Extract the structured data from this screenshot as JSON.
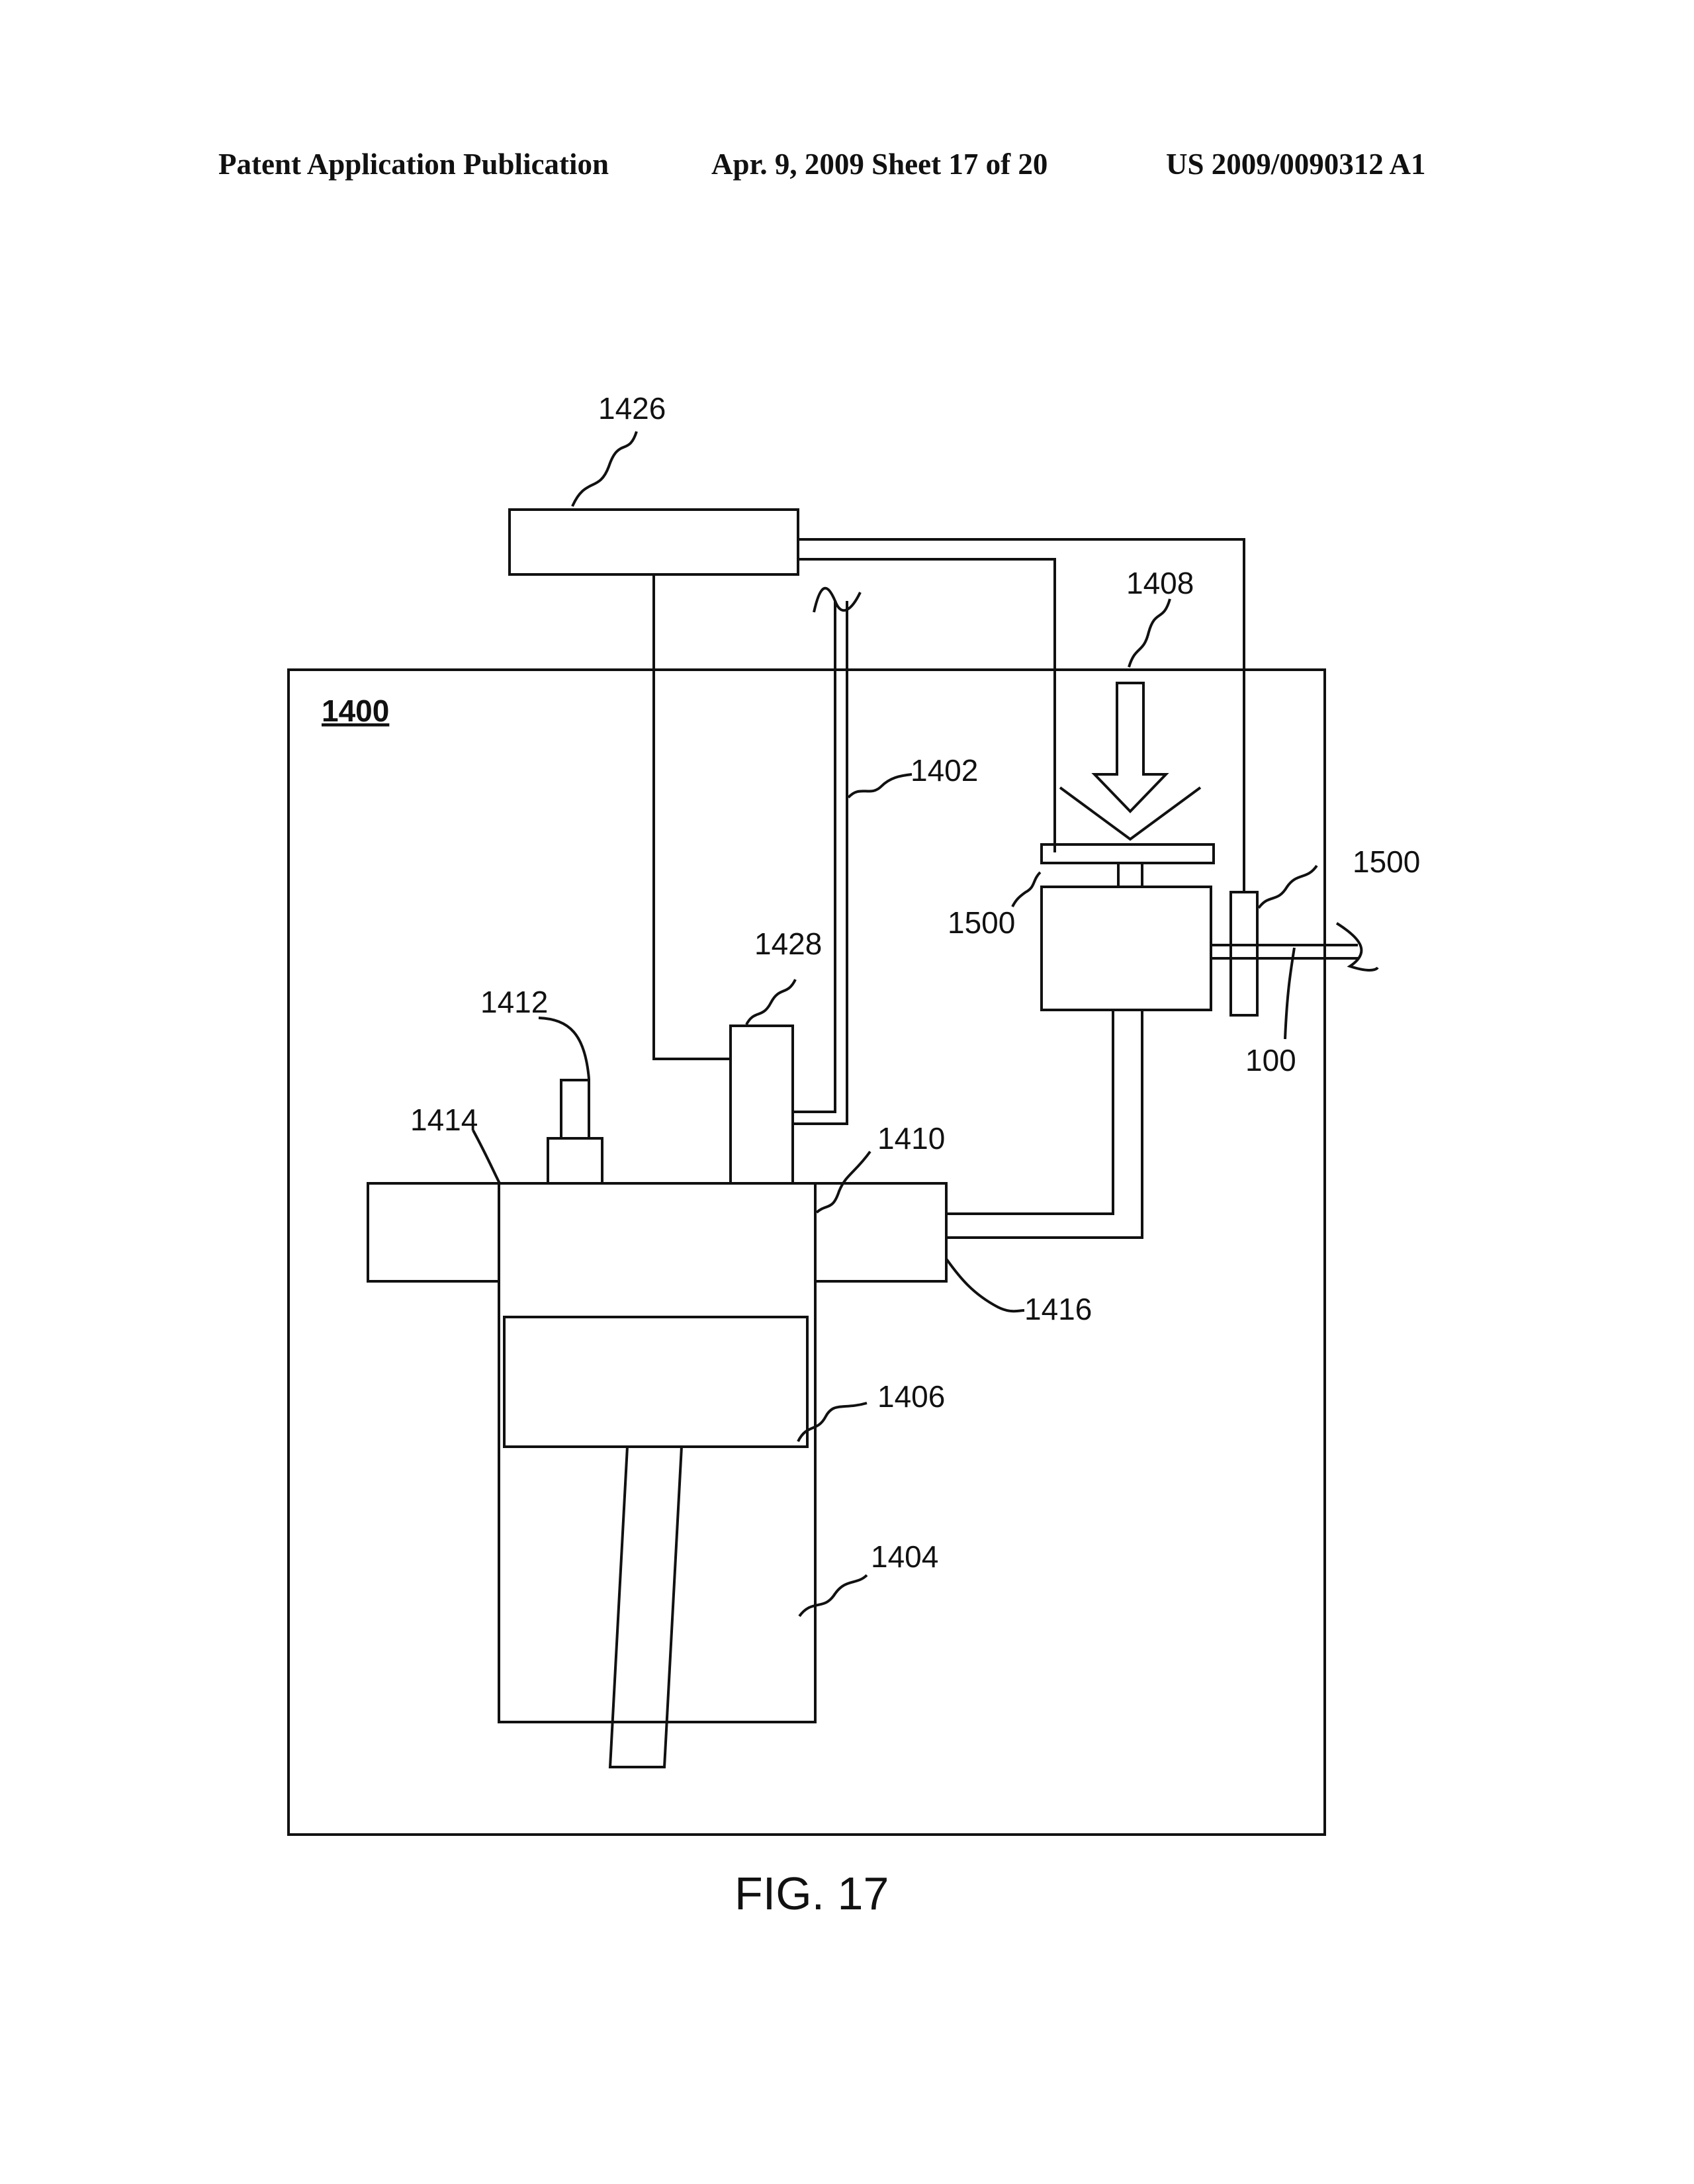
{
  "header": {
    "publication": "Patent Application Publication",
    "date_sheet": "Apr. 9, 2009   Sheet 17 of 20",
    "number": "US 2009/0090312 A1"
  },
  "figure": {
    "caption": "FIG. 17",
    "labels": {
      "enclosure": "1400",
      "controller": "1426",
      "l1402": "1402",
      "l1404": "1404",
      "l1406": "1406",
      "l1408": "1408",
      "l1410": "1410",
      "l1412": "1412",
      "l1414": "1414",
      "l1416": "1416",
      "l1428": "1428",
      "l1500a": "1500",
      "l1500b": "1500",
      "l100": "100"
    }
  }
}
